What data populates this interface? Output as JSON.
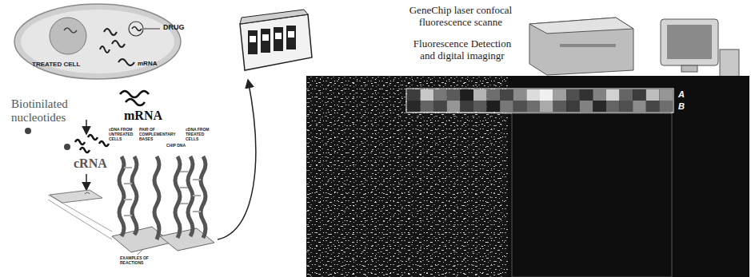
{
  "diagram": {
    "labels": [
      "DRUG",
      "TREATED CELL",
      "mRNA",
      "Biotinilated nucleotides",
      "mRNA",
      "cRNA",
      "cDNA FROM UNTREATED CELLS",
      "PAIR OF COMPLEMENTARY BASES",
      "CHIP DNA",
      "cDNA FROM TREATED CELLS",
      "EXAMPLES OF REACTIONS",
      "GeneChip laser confocal fluorescence scanne",
      "Fluorescence Detection and digital imagingr",
      "A",
      "B"
    ]
  }
}
